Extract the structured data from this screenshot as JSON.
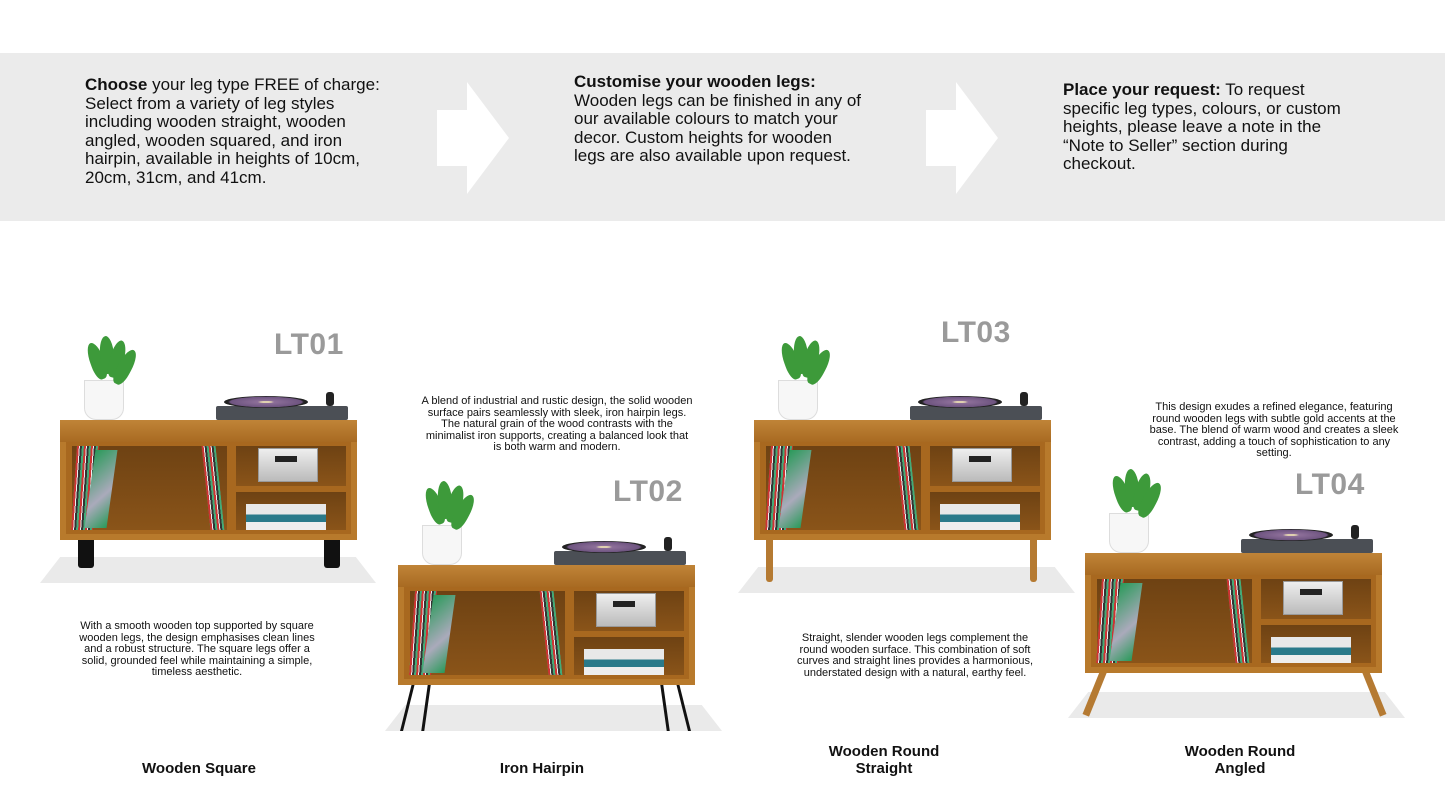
{
  "banner": {
    "steps": [
      {
        "bold": "Choose",
        "text": " your leg type FREE of charge: Select from a variety of leg styles including wooden straight, wooden angled, wooden squared, and iron hairpin, available in heights of 10cm, 20cm, 31cm, and 41cm."
      },
      {
        "bold": "Customise your wooden legs:",
        "text": " Wooden legs can be finished in any of our available colours to match your decor. Custom heights for wooden legs are also available upon request."
      },
      {
        "bold": "Place your request:",
        "text": " To request specific leg types, colours, or custom heights, please leave a note in the “Note to Seller” section during checkout."
      }
    ]
  },
  "products": [
    {
      "code": "LT01",
      "name": "Wooden Square",
      "description": "With a smooth wooden top supported by square wooden legs, the design emphasises clean lines and a robust structure. The square legs offer a solid, grounded feel while maintaining a simple, timeless aesthetic."
    },
    {
      "code": "LT02",
      "name": "Iron Hairpin",
      "description": "A blend of industrial and rustic design, the solid wooden surface pairs seamlessly with sleek, iron hairpin legs. The natural grain of the wood contrasts with the minimalist iron supports, creating a balanced look that is both warm and modern."
    },
    {
      "code": "LT03",
      "name": "Wooden Round Straight",
      "description": "Straight, slender wooden legs complement the round wooden surface. This combination of soft curves and straight lines provides a harmonious, understated design with a natural, earthy feel."
    },
    {
      "code": "LT04",
      "name": "Wooden Round Angled",
      "description": "This design exudes a refined elegance, featuring round wooden legs with subtle gold accents at the base. The blend of warm wood and creates a sleek contrast, adding a touch of sophistication to any setting."
    }
  ]
}
